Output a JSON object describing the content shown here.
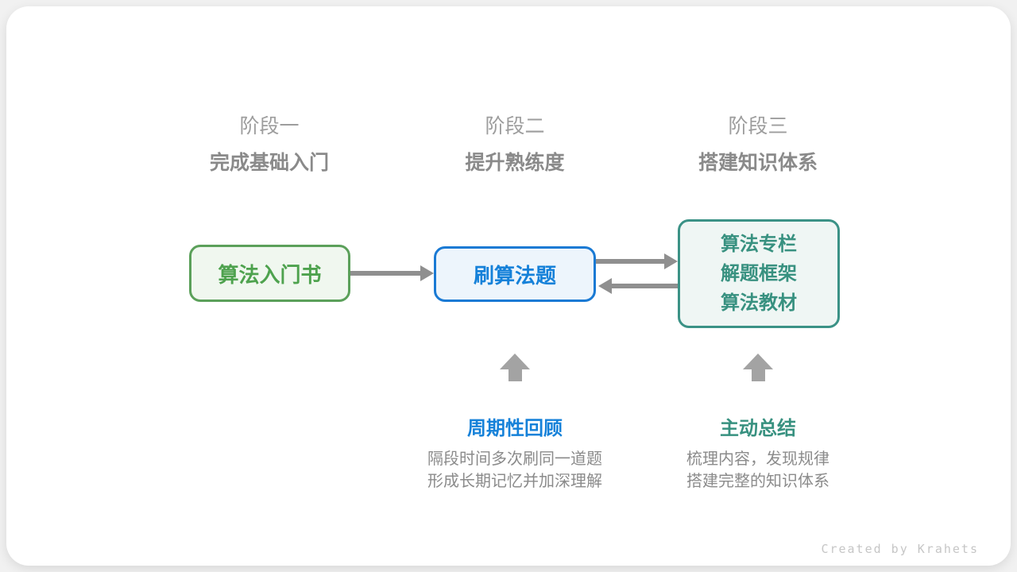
{
  "stages": [
    {
      "label": "阶段一",
      "title": "完成基础入门"
    },
    {
      "label": "阶段二",
      "title": "提升熟练度"
    },
    {
      "label": "阶段三",
      "title": "搭建知识体系"
    }
  ],
  "nodes": {
    "intro_book": {
      "text": "算法入门书"
    },
    "practice": {
      "text": "刷算法题"
    },
    "resources": {
      "lines": [
        "算法专栏",
        "解题框架",
        "算法教材"
      ]
    }
  },
  "annotations": {
    "review": {
      "title": "周期性回顾",
      "desc_line1": "隔段时间多次刷同一道题",
      "desc_line2": "形成长期记忆并加深理解"
    },
    "summary": {
      "title": "主动总结",
      "desc_line1": "梳理内容，发现规律",
      "desc_line2": "搭建完整的知识体系"
    }
  },
  "footer": {
    "credit": "Created by Krahets"
  },
  "colors": {
    "page_bg": "#f1f1f1",
    "card_bg": "#ffffff",
    "stage_label_gray": "#9d9d9d",
    "stage_title_gray": "#8a8a8a",
    "green_border": "#5ba05a",
    "green_bg": "#f0f7ef",
    "green_text": "#4ea24e",
    "blue_border": "#1a7ad4",
    "blue_bg": "#edf5fc",
    "blue_text": "#1581d9",
    "teal_border": "#3b9286",
    "teal_bg": "#eff6f4",
    "teal_text": "#389180",
    "arrow_gray": "#8f8f8f",
    "block_arrow_gray": "#a3a3a3",
    "desc_gray": "#8b8b8b",
    "credit_gray": "#c6c6c6"
  }
}
